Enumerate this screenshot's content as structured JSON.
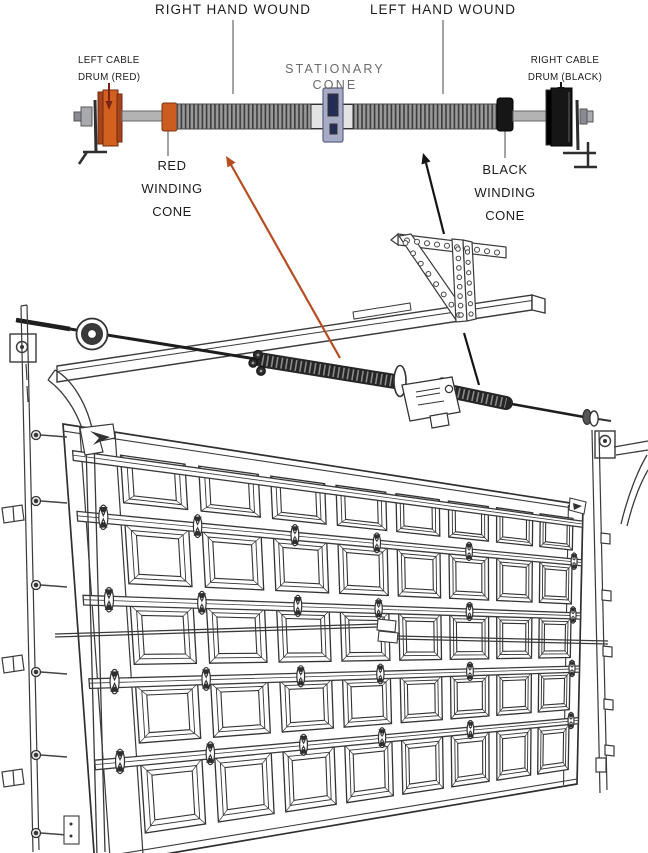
{
  "page": {
    "background": "#ffffff",
    "type": "garage-door-torsion-spring-diagram"
  },
  "labels": {
    "right_hand_wound": "RIGHT HAND WOUND",
    "left_hand_wound": "LEFT HAND WOUND",
    "left_cable_drum": "LEFT CABLE\nDRUM (RED)",
    "stationary_cone": "STATIONARY\nCONE",
    "right_cable_drum": "RIGHT CABLE\nDRUM (BLACK)",
    "red_winding_cone": "RED\nWINDING\nCONE",
    "black_winding_cone": "BLACK\nWINDING\nCONE"
  },
  "colors": {
    "line": "#333333",
    "text": "#1c1c1c",
    "gray_text": "#6b6b6b",
    "drum_orange": "#d2601f",
    "drum_orange_dark": "#a7431a",
    "cone_orange": "#cc5c20",
    "spring_gray": "#999999",
    "spring_stripe": "#3c3c3c",
    "stationary_body": "#a6abc6",
    "stationary_dark": "#252c55",
    "black_part": "#161616",
    "metal_gray": "#a9a9b0",
    "arrow_orange": "#b54d20",
    "arrow_dark_red": "#7c2212",
    "arrow_black": "#141414"
  },
  "parts": [
    "left-cable-drum",
    "red-winding-cone",
    "right-hand-wound-spring",
    "stationary-cone",
    "left-hand-wound-spring",
    "black-winding-cone",
    "right-cable-drum",
    "torsion-shaft",
    "lower-cable-drum",
    "spring-anchor-bracket",
    "perforated-hanger-bracket",
    "horizontal-track",
    "curved-track",
    "garage-door",
    "door-hinges",
    "reinforcing-struts",
    "jamb-lag-screws",
    "flag-bracket"
  ]
}
